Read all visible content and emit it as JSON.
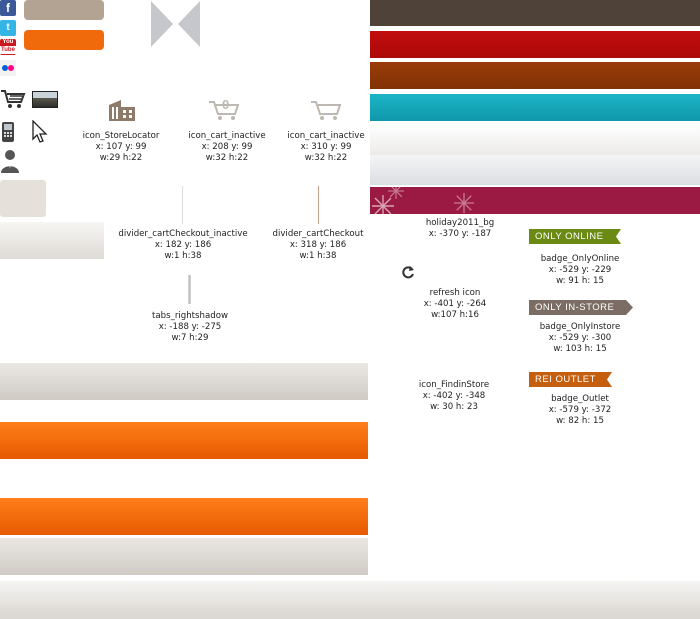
{
  "social": {
    "facebook": "f",
    "twitter": "t",
    "youtube_top": "You",
    "youtube_bottom": "Tube"
  },
  "sprites": [
    {
      "key": "storelocator",
      "name": "icon_StoreLocator",
      "pos": "x: 107  y: 99",
      "size": "w:29  h:22"
    },
    {
      "key": "cart_inactive_1",
      "name": "icon_cart_inactive",
      "pos": "x: 208  y: 99",
      "size": "w:32  h:22"
    },
    {
      "key": "cart_inactive_2",
      "name": "icon_cart_inactive",
      "pos": "x: 310  y: 99",
      "size": "w:32  h:22"
    },
    {
      "key": "divider_inactive",
      "name": "divider_cartCheckout_inactive",
      "pos": "x: 182  y: 186",
      "size": "w:1  h:38"
    },
    {
      "key": "divider",
      "name": "divider_cartCheckout",
      "pos": "x: 318  y: 186",
      "size": "w:1  h:38"
    },
    {
      "key": "tabs_shadow",
      "name": "tabs_rightshadow",
      "pos": "x: -188  y: -275",
      "size": "w:7  h:29"
    },
    {
      "key": "holiday",
      "name": "holiday2011_bg",
      "pos": "x: -370  y: -187",
      "size": ""
    },
    {
      "key": "refresh",
      "name": "refresh icon",
      "pos": "x: -401  y: -264",
      "size": "w:107  h:16"
    },
    {
      "key": "findinstore",
      "name": "icon_FindinStore",
      "pos": "x: -402  y: -348",
      "size": "w: 30  h: 23"
    },
    {
      "key": "badge_online",
      "name": "badge_OnlyOnline",
      "pos": "x: -529  y: -229",
      "size": "w: 91  h: 15"
    },
    {
      "key": "badge_instore",
      "name": "badge_OnlyInstore",
      "pos": "x: -529  y: -300",
      "size": "w: 103  h: 15"
    },
    {
      "key": "badge_outlet",
      "name": "badge_Outlet",
      "pos": "x: -579  y: -372",
      "size": "w: 82  h: 15"
    }
  ],
  "badges": {
    "online": "ONLY ONLINE",
    "instore": "ONLY IN-STORE",
    "outlet": "REI OUTLET"
  },
  "cart_count": "0",
  "colors": {
    "brown": "#4e4239",
    "red": "#b60a0a",
    "rust": "#8c3508",
    "teal": "#16a7bb",
    "maroon": "#9a1a43",
    "orange": "#f06a0c",
    "tan": "#b3a393",
    "green": "#6a8a14",
    "gray_badge": "#7b6d64",
    "outlet_badge": "#c55e0d"
  }
}
